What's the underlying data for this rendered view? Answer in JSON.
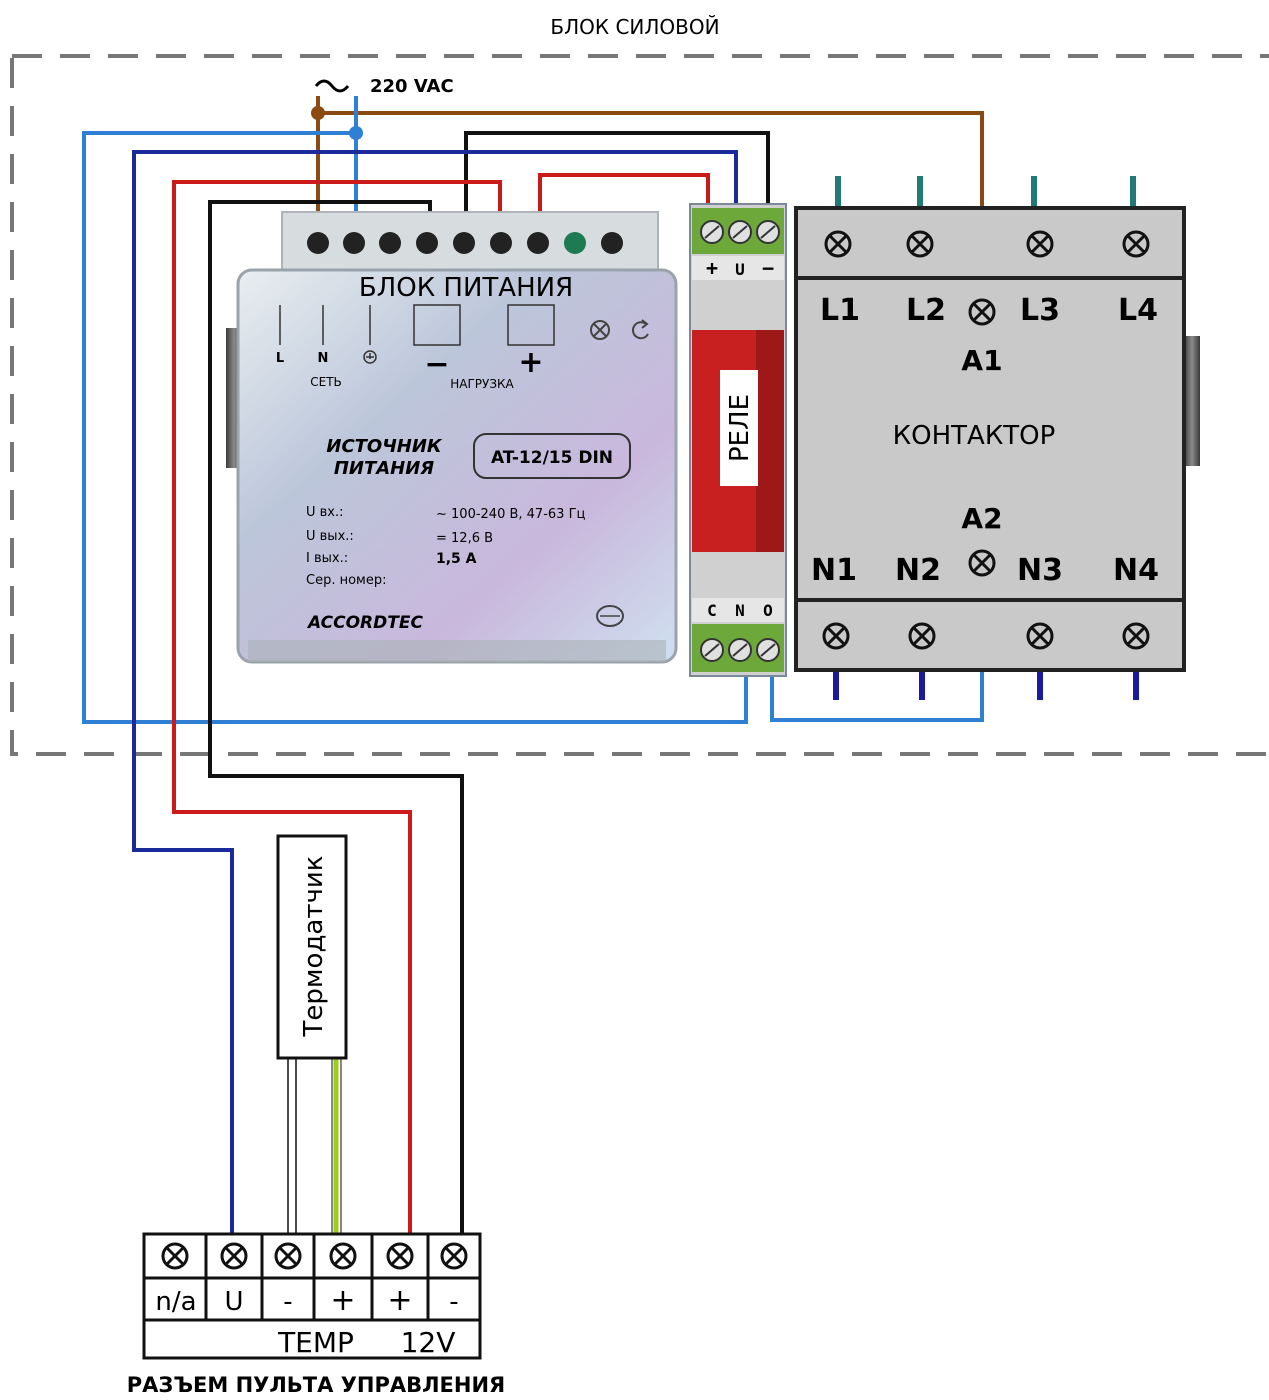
{
  "power_block": {
    "title": "БЛОК СИЛОВОЙ"
  },
  "mains": {
    "label": "220 VAC"
  },
  "psu": {
    "title": "БЛОК ПИТАНИЯ",
    "label_l": "L",
    "label_n": "N",
    "label_net": "СЕТЬ",
    "label_load": "НАГРУЗКА",
    "minus": "−",
    "plus": "+",
    "name_line1": "ИСТОЧНИК",
    "name_line2": "ПИТАНИЯ",
    "model": "AT-12/15 DIN",
    "spec_uin_label": "U вх.:",
    "spec_uin_value": "~ 100-240 В, 47-63 Гц",
    "spec_uout_label": "U вых.:",
    "spec_uout_value": "= 12,6 В",
    "spec_iout_label": "I вых.:",
    "spec_iout_value": "1,5 А",
    "spec_serial_label": "Сер. номер:",
    "brand": "ACCORDTEC"
  },
  "relay": {
    "title": "РЕЛЕ",
    "top_terminals": [
      "+",
      "U",
      "−"
    ],
    "bottom_terminals": [
      "C",
      "N",
      "O"
    ]
  },
  "contactor": {
    "title": "КОНТАКТОР",
    "top_labels": [
      "L1",
      "L2",
      "L3",
      "L4"
    ],
    "bottom_labels": [
      "N1",
      "N2",
      "N3",
      "N4"
    ],
    "coil_a1": "A1",
    "coil_a2": "A2"
  },
  "sensor": {
    "title": "Термодатчик"
  },
  "connector": {
    "pins": [
      "n/a",
      "U",
      "-",
      "+",
      "+",
      "-"
    ],
    "group_temp": "TEMP",
    "group_12v": "12V",
    "caption": "РАЗЪЕМ ПУЛЬТА УПРАВЛЕНИЯ"
  },
  "colors": {
    "brown": "#8b4a12",
    "blue": "#2f80d4",
    "darkblue": "#1a2a9a",
    "red": "#cc1a1a",
    "black": "#111111",
    "green_yellow": "#9ccc1a",
    "relay_red": "#c82020",
    "contactor_bg": "#c9c9c9"
  }
}
